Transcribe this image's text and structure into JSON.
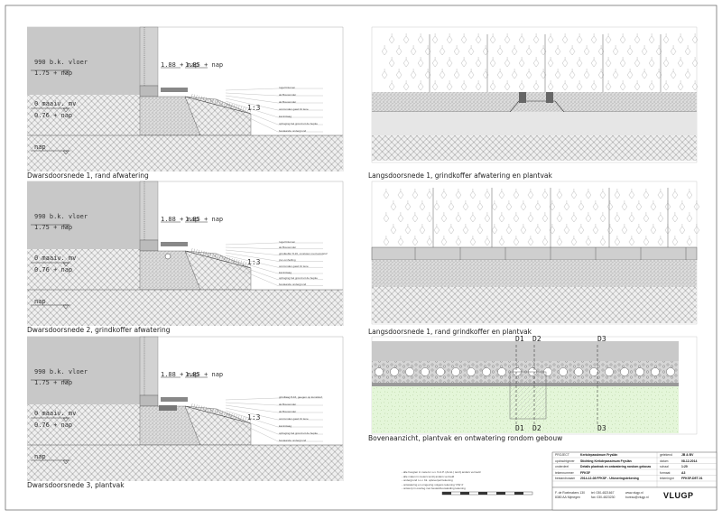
{
  "sections": [
    {
      "caption": "Dwarsdoorsnede 1, rand afwatering",
      "floor_level": "990 b.k. vloer",
      "floor_nap": "1.75 + nap",
      "mv_level": "0 maaiv. mv",
      "mv_nap": "0.76 + nap",
      "nap": "nap",
      "nap_a": "1.88 + nap",
      "nap_b": "1.85 + nap",
      "slope": "1:3",
      "notes": [
        "rugel bitumen",
        "ak.Bouwonder",
        "ak.Bouwonder",
        "omzomden gaaz.bz lene",
        "kantrolaag",
        "ophoging bel grond uit de bepke",
        "bestaande ondergrond"
      ]
    },
    {
      "caption": "Dwarsdoorsnede 2, grindkoffer afwatering",
      "floor_level": "990 b.k. vloer",
      "floor_nap": "1.75 + nap",
      "mv_level": "0 maaiv. mv",
      "mv_nap": "0.76 + nap",
      "nap": "nap",
      "nap_a": "1.88 + nap",
      "nap_b": "1.85 + nap",
      "slope": "1:3",
      "notes": [
        "rugel bitumen",
        "ak.Bouwonder",
        "grindkoffer 8-16, omsloten met kunststof",
        "pvc-omhelling",
        "omzomden gaaz.bz lene",
        "kantrolaag",
        "ophoging bel grond uit de bepke",
        "bestaande ondergrond"
      ]
    },
    {
      "caption": "Dwarsdoorsnede 3, plantvak",
      "floor_level": "990 b.k. vloer",
      "floor_nap": "1.75 + nap",
      "mv_level": "0 maaiv. mv",
      "mv_nap": "0.76 + nap",
      "nap": "nap",
      "nap_a": "1.88 + nap",
      "nap_b": "1.85 + nap",
      "slope": "1:3",
      "notes": [
        "grindlaag 8-16, geegen op kunststof",
        "ak.Bouwonder",
        "ak.Bouwonder",
        "omzomden gaaz.bz lene",
        "kantrolaag",
        "ophoging bel grond uit de bepke",
        "bestaande ondergrond"
      ]
    }
  ],
  "long_sections": [
    {
      "caption": "Langsdoorsnede 1, grindkoffer afwatering en plantvak"
    },
    {
      "caption": "Langsdoorsnede 1, rand grindkoffer en plantvak"
    }
  ],
  "plan_view": {
    "caption": "Bovenaanzicht, plantvak en ontwatering rondom gebouw",
    "markers": [
      "D1",
      "D2",
      "D3"
    ]
  },
  "titleblock": {
    "rows": [
      {
        "label": "PROJECT",
        "value": "Kerkdepassimum Fryslân"
      },
      {
        "label": "opdrachtgever",
        "value": "Stichting Kerkdepassimum Fryslân"
      },
      {
        "label": "onderdeel",
        "value": "Details plantvak en ontwatering rondom gebouw"
      },
      {
        "label": "tekennummer",
        "value": "FFKSF"
      },
      {
        "label": "bestandsnaam",
        "value": "2014-12-08 FFKSF - Uitvoeringstekening"
      }
    ],
    "right_rows": [
      {
        "label": "getekend",
        "value": "JB & BV"
      },
      {
        "label": "datum",
        "value": "08-12-2014"
      },
      {
        "label": "schaal",
        "value": "1:20"
      },
      {
        "label": "formaat",
        "value": "A3"
      },
      {
        "label": "tekeningnr",
        "value": "FFKSF-DET-01"
      }
    ],
    "address": [
      "F. de Roelmakers 130",
      "8380 AA Nijmegen"
    ],
    "phone": [
      "tel: 030-4821667",
      "fax: 030-4823230"
    ],
    "web": [
      "www.vlugp.nl",
      "bureau@vlugp.nl"
    ],
    "logo": "VLUGP"
  },
  "legend": [
    "- alle hoogten in meters t.o.v. N.A.P. (Amst.) tenzij anders vermeld",
    "- alle maten in meters tenzij anders vermeld",
    "- ondergrond t.o.v. bk. opleverpeil tekening",
    "- ontwatering en omgeving volgens tekening 'OW 4'",
    "- ontwerp in overleg met bestek/bouwleiding tekening"
  ]
}
